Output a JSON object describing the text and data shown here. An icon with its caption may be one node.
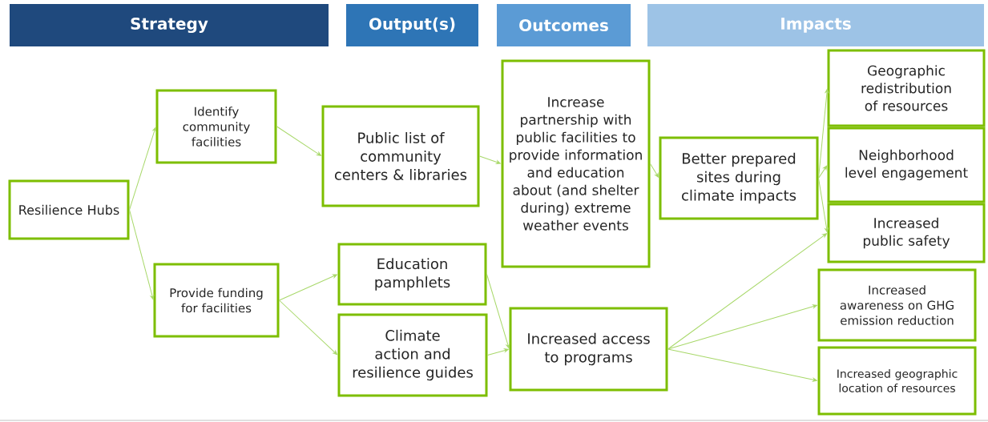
{
  "diagram": {
    "nodes": [
      {
        "text": [
          "Strategy"
        ]
      },
      {
        "text": [
          "Output(s)"
        ]
      },
      {
        "text": [
          "Outcomes"
        ]
      },
      {
        "text": [
          "Impacts"
        ]
      },
      {
        "text": [
          "Resilience Hubs"
        ]
      },
      {
        "text": [
          "Identify community facilities"
        ]
      },
      {
        "text": [
          "Provide funding for facilities"
        ]
      },
      {
        "text": [
          "Public list of community centers & libraries"
        ]
      },
      {
        "text": [
          "Education pamphlets"
        ]
      },
      {
        "text": [
          "Climate action and resilience guides"
        ]
      },
      {
        "text": [
          "Increase partnership with public facilities to provide information and education about (and shelter during) extreme weather events"
        ]
      },
      {
        "text": [
          "Increased access to programs"
        ]
      },
      {
        "text": [
          "Better prepared sites during climate impacts"
        ]
      },
      {
        "text": [
          "Geographic redistribution of resources"
        ]
      },
      {
        "text": [
          "Neighborhood level engagement"
        ]
      },
      {
        "text": [
          "Increased public safety"
        ]
      },
      {
        "text": [
          "Increased awareness on GHG emission reduction"
        ]
      },
      {
        "text": [
          "Increased geographic location of resources"
        ]
      }
    ],
    "edges": [
      {
        "from": 4,
        "to": 5,
        "arrow": "to"
      },
      {
        "from": 4,
        "to": 6,
        "arrow": "to"
      },
      {
        "from": 5,
        "to": 7,
        "arrow": "to"
      },
      {
        "from": 6,
        "to": 8,
        "arrow": "to"
      },
      {
        "from": 6,
        "to": 9,
        "arrow": "to"
      },
      {
        "from": 7,
        "to": 10,
        "arrow": "to"
      },
      {
        "from": 8,
        "to": 11,
        "arrow": "to"
      },
      {
        "from": 9,
        "to": 11,
        "arrow": "to"
      },
      {
        "from": 10,
        "to": 12,
        "arrow": "to"
      },
      {
        "from": 12,
        "to": 13,
        "arrow": "to"
      },
      {
        "from": 12,
        "to": 14,
        "arrow": "to"
      },
      {
        "from": 12,
        "to": 15,
        "arrow": "to"
      },
      {
        "from": 11,
        "to": 15,
        "arrow": "to"
      },
      {
        "from": 11,
        "to": 16,
        "arrow": "to"
      },
      {
        "from": 11,
        "to": 17,
        "arrow": "to"
      }
    ]
  }
}
